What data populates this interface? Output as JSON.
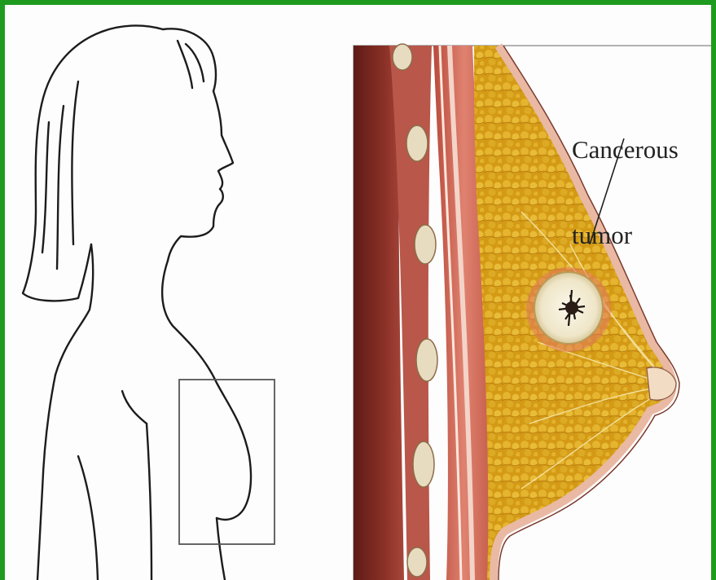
{
  "annotations": {
    "tumor_label_line1": "Cancerous",
    "tumor_label_line2": "tumor"
  },
  "colors": {
    "frame": "#1f9c1f",
    "background": "#fdfdfd",
    "fat_tissue": "#d9a21a",
    "muscle": "#c8584a",
    "skin": "#f0c4b0",
    "chest_wall": "#7a2a22",
    "tumor": "#f3ecd6",
    "outline": "#222222"
  },
  "icons": [
    "silhouette-figure",
    "cross-section-breast"
  ]
}
